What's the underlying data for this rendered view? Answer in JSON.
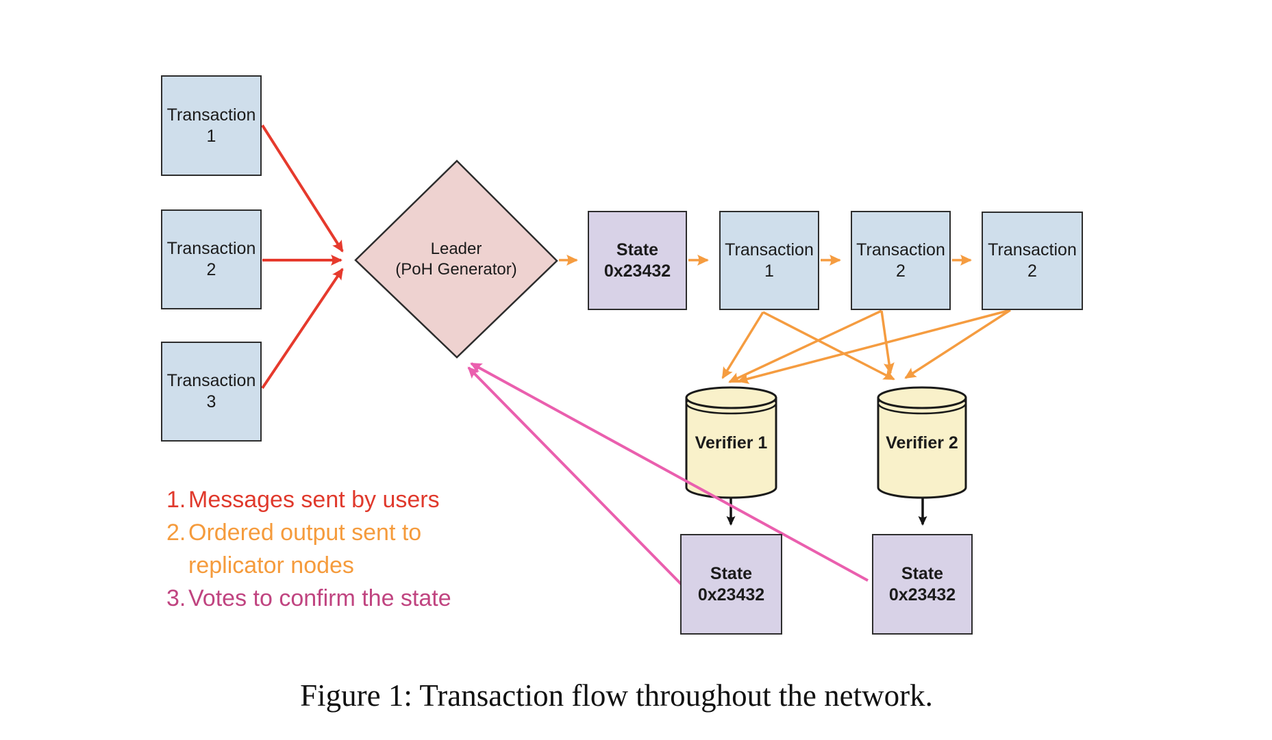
{
  "figure": {
    "caption": "Figure 1: Transaction flow throughout the network."
  },
  "nodes": {
    "user_transactions": [
      {
        "label": "Transaction\n1"
      },
      {
        "label": "Transaction\n2"
      },
      {
        "label": "Transaction\n3"
      }
    ],
    "leader": {
      "label": "Leader\n(PoH Generator)"
    },
    "generated_state": {
      "label": "State\n0x23432"
    },
    "ordered_transactions": [
      {
        "label": "Transaction\n1"
      },
      {
        "label": "Transaction\n2"
      },
      {
        "label": "Transaction\n2"
      }
    ],
    "verifiers": [
      {
        "label": "Verifier 1"
      },
      {
        "label": "Verifier 2"
      }
    ],
    "verifier_states": [
      {
        "label": "State\n0x23432"
      },
      {
        "label": "State\n0x23432"
      }
    ]
  },
  "legend": {
    "items": [
      {
        "number": "1.",
        "text": "Messages sent by users",
        "color": "#e0392c"
      },
      {
        "number": "2.",
        "text": "Ordered output sent to\nreplicator nodes",
        "color": "#f59b3c"
      },
      {
        "number": "3.",
        "text": "Votes to confirm the state",
        "color": "#c04480"
      }
    ]
  },
  "colors": {
    "transaction_box": "#cfdeeb",
    "leader_diamond": "#eed2d0",
    "state_box": "#d8d2e7",
    "verifier_cylinder": "#f9f1ca",
    "messages_arrow": "#e63a2d",
    "ordered_output_arrow": "#f59c40",
    "votes_arrow": "#ea5fae"
  }
}
